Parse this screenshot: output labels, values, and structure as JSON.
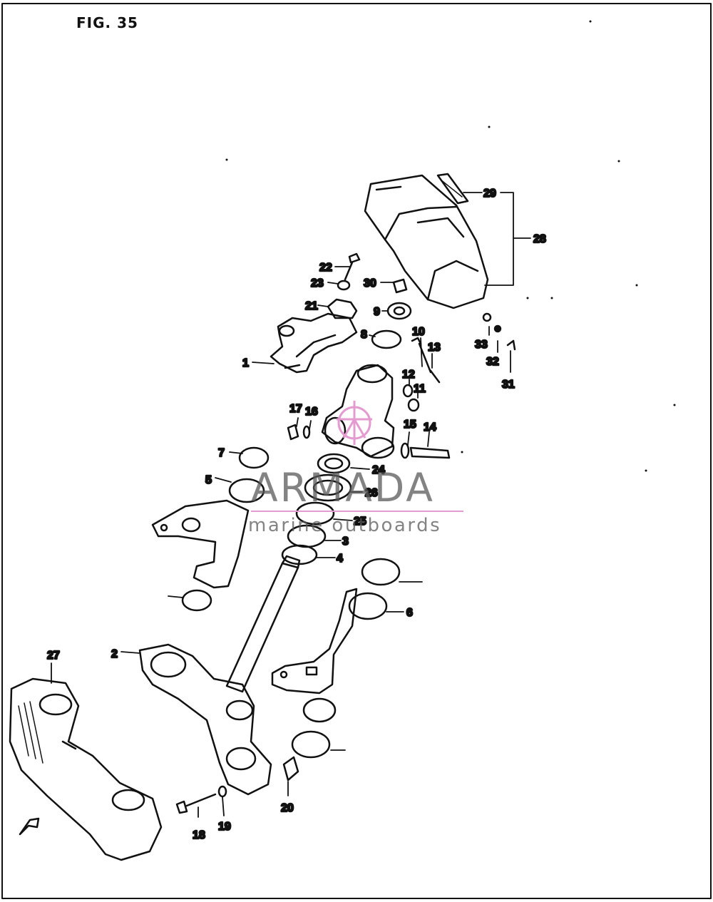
{
  "figure_label": "FIG. 35",
  "watermark": {
    "brand": "ARMADA",
    "tagline": "marine outboards",
    "accent_color": "#e39bd0"
  },
  "callouts": [
    "1",
    "2",
    "3",
    "4",
    "5",
    "6",
    "7",
    "8",
    "9",
    "10",
    "11",
    "12",
    "13",
    "14",
    "15",
    "16",
    "17",
    "18",
    "19",
    "20",
    "21",
    "22",
    "23",
    "24",
    "25",
    "26",
    "27",
    "28",
    "29",
    "30",
    "31",
    "32",
    "33"
  ],
  "front_marker_icon": "front-arrow-icon"
}
